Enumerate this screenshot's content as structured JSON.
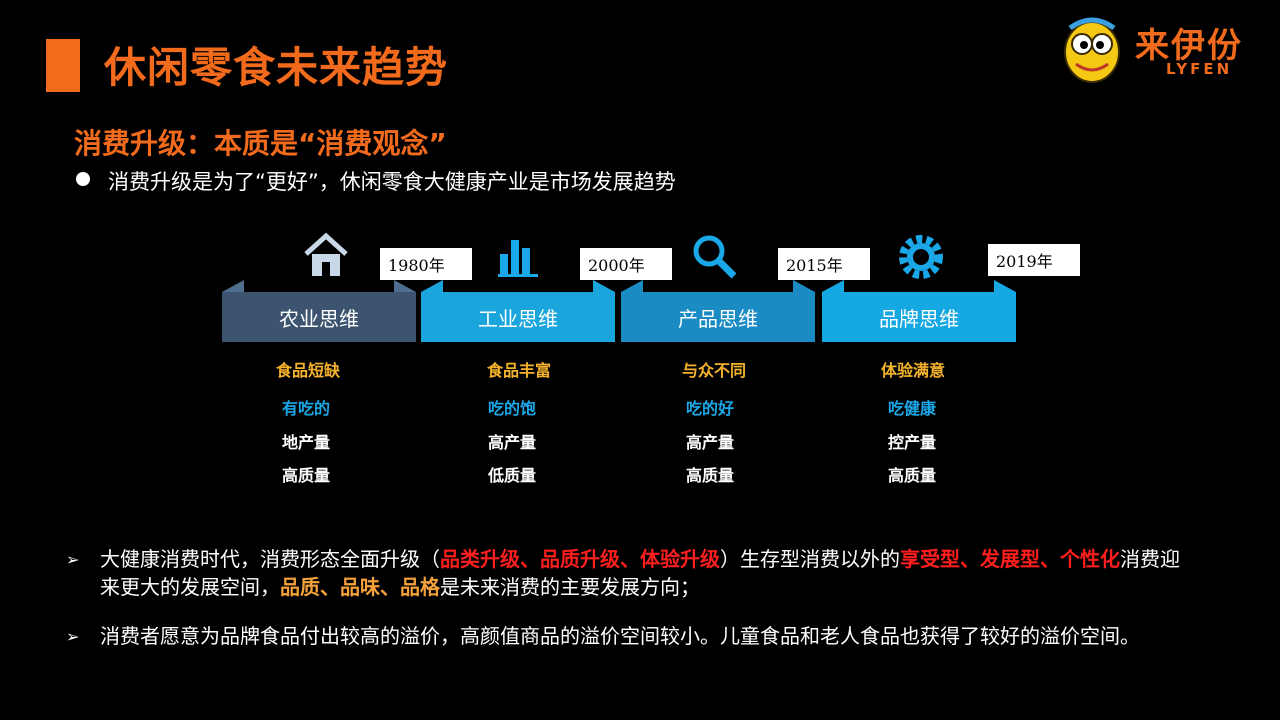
{
  "header": {
    "title": "休闲零食未来趋势"
  },
  "logo": {
    "name": "来伊份",
    "sub": "LYFEN"
  },
  "subtitle": "消费升级：本质是“消费观念”",
  "bullet": "消费升级是为了“更好”，休闲零食大健康产业是市场发展趋势",
  "years": [
    "1980年",
    "2000年",
    "2015年",
    "2019年"
  ],
  "stages": [
    {
      "label": "农业思维",
      "icon": "house-icon",
      "lines": [
        "食品短缺",
        "有吃的",
        "地产量",
        "高质量"
      ]
    },
    {
      "label": "工业思维",
      "icon": "bar-chart-icon",
      "lines": [
        "食品丰富",
        "吃的饱",
        "高产量",
        "低质量"
      ]
    },
    {
      "label": "产品思维",
      "icon": "magnifier-icon",
      "lines": [
        "与众不同",
        "吃的好",
        "高产量",
        "高质量"
      ]
    },
    {
      "label": "品牌思维",
      "icon": "gear-icon",
      "lines": [
        "体验满意",
        "吃健康",
        "控产量",
        "高质量"
      ]
    }
  ],
  "para1": {
    "a": "大健康消费时代，消费形态全面升级（",
    "b": "品类升级、品质升级、体验升级",
    "c": "）生存型消费以外的",
    "d": "享受型、发展型、个性化",
    "e": "消费迎来更大的发展空间，",
    "f": "品质、品味、品格",
    "g": "是未来消费的主要发展方向；"
  },
  "para2": "消费者愿意为品牌食品付出较高的溢价，高颜值商品的溢价空间较小。儿童食品和老人食品也获得了较好的溢价空间。",
  "colors": {
    "accent": "#f26b1d",
    "blue": "#1aa8e8",
    "gold": "#f5b22c",
    "red": "#ff1e1e"
  }
}
